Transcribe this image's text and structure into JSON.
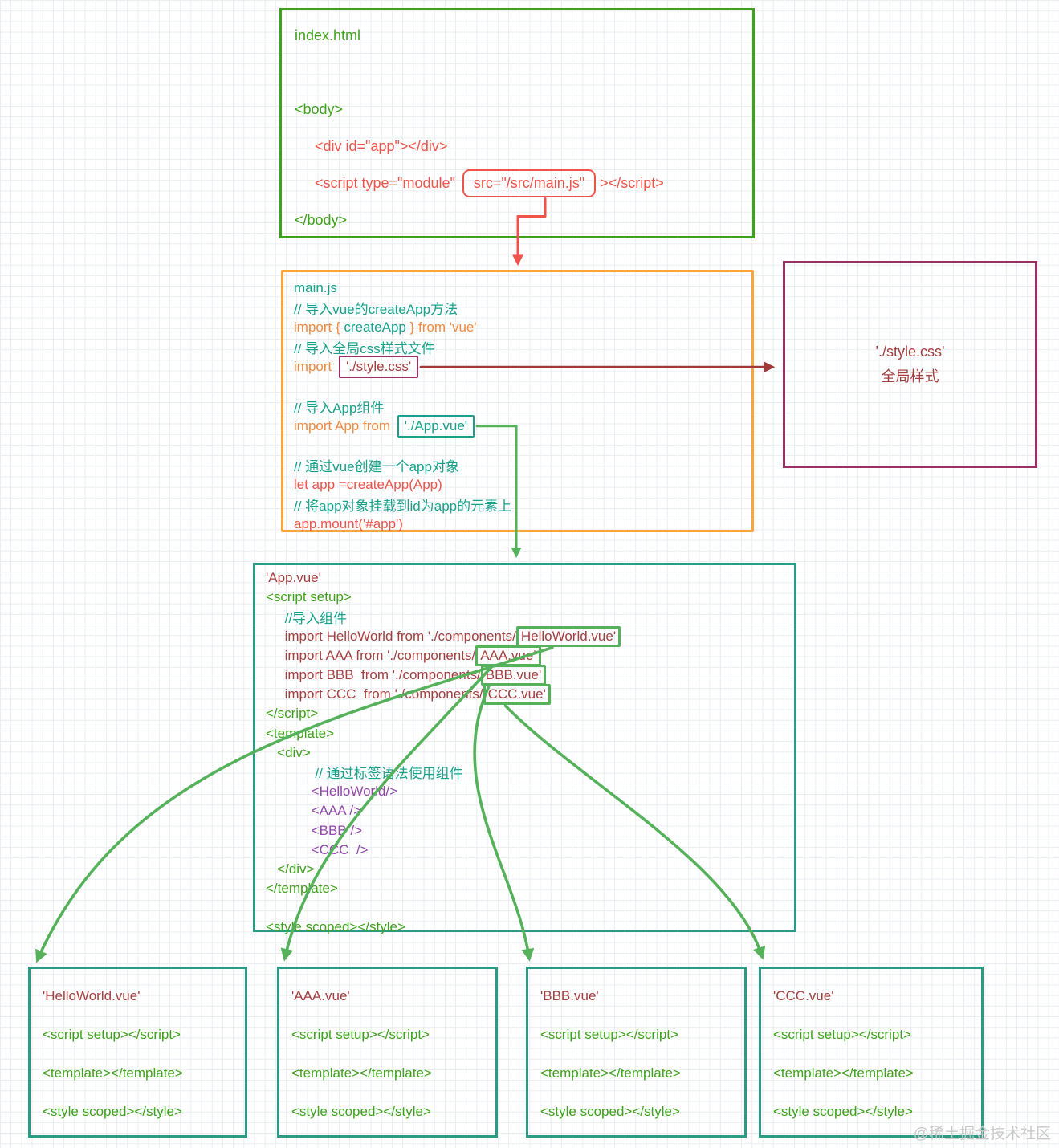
{
  "watermark": "@稀土掘金技术社区",
  "palette": {
    "green": "#3fa21c",
    "red": "#ee544a",
    "orange": "#f08a3e",
    "orangeborder": "#f6a63a",
    "teal": "#17a18b",
    "tealborder": "#2a9c86",
    "darkred": "#a43f3f",
    "magenta": "#9c2f63",
    "purple": "#9148a8",
    "arrowgreen": "#55b25b",
    "arrowdark": "#a03a3a",
    "grid": "#e9edf1"
  },
  "index_html": {
    "lines": [
      {
        "tokens": [
          {
            "t": "index.html",
            "c": "green"
          }
        ]
      },
      {
        "tokens": []
      },
      {
        "tokens": [
          {
            "t": "<body>",
            "c": "green"
          }
        ]
      },
      {
        "tokens": [
          {
            "t": "     <div id=\"app\"></div>",
            "c": "red"
          }
        ]
      },
      {
        "tokens": [
          {
            "t": "     <script type=\"module\" ",
            "c": "red"
          },
          {
            "t": "src=\"/src/main.js\"",
            "c": "red",
            "box": "red",
            "anchor": "srcmain"
          },
          {
            "t": " ></script>",
            "c": "red"
          }
        ]
      },
      {
        "tokens": [
          {
            "t": "</body>",
            "c": "green"
          }
        ]
      }
    ]
  },
  "main_js": {
    "lines": [
      {
        "tokens": [
          {
            "t": "main.js",
            "c": "teal"
          }
        ]
      },
      {
        "tokens": [
          {
            "t": "// 导入vue的createApp方法",
            "c": "teal"
          }
        ]
      },
      {
        "tokens": [
          {
            "t": "import { ",
            "c": "orange"
          },
          {
            "t": "createApp",
            "c": "teal"
          },
          {
            "t": " } from ",
            "c": "orange"
          },
          {
            "t": "'vue'",
            "c": "orange"
          }
        ]
      },
      {
        "tokens": [
          {
            "t": "// 导入全局css样式文件",
            "c": "teal"
          }
        ]
      },
      {
        "tokens": [
          {
            "t": "import ",
            "c": "orange"
          },
          {
            "t": "'./style.css'",
            "c": "darkred",
            "box": "magenta",
            "anchor": "stylecss"
          }
        ]
      },
      {
        "tokens": []
      },
      {
        "tokens": [
          {
            "t": "// 导入App组件",
            "c": "teal"
          }
        ]
      },
      {
        "tokens": [
          {
            "t": "import App from ",
            "c": "orange"
          },
          {
            "t": "'./App.vue'",
            "c": "teal",
            "box": "teal",
            "anchor": "appvue"
          }
        ]
      },
      {
        "tokens": []
      },
      {
        "tokens": [
          {
            "t": "// 通过vue创建一个app对象",
            "c": "teal"
          }
        ]
      },
      {
        "tokens": [
          {
            "t": "let app =createApp(App)",
            "c": "red"
          }
        ]
      },
      {
        "tokens": [
          {
            "t": "// 将app对象挂载到id为app的元素上",
            "c": "teal"
          }
        ]
      },
      {
        "tokens": [
          {
            "t": "app.mount('#app')",
            "c": "red"
          }
        ]
      }
    ]
  },
  "style_css": {
    "line1": "'./style.css'",
    "line2": "全局样式"
  },
  "app_vue": {
    "lines": [
      {
        "tokens": [
          {
            "t": "'App.vue'",
            "c": "darkred"
          }
        ]
      },
      {
        "tokens": [
          {
            "t": "<script setup>",
            "c": "green"
          }
        ]
      },
      {
        "tokens": [
          {
            "t": "     //导入组件",
            "c": "teal"
          }
        ]
      },
      {
        "tokens": [
          {
            "t": "     import HelloWorld from './components/",
            "c": "darkred"
          },
          {
            "t": "HelloWorld.vue'",
            "c": "darkred",
            "box": "green",
            "anchor": "hw"
          }
        ]
      },
      {
        "tokens": [
          {
            "t": "     import AAA from './components/",
            "c": "darkred"
          },
          {
            "t": "AAA.vue'",
            "c": "darkred",
            "box": "green",
            "anchor": "aaa"
          }
        ]
      },
      {
        "tokens": [
          {
            "t": "     import BBB  from './components/",
            "c": "darkred"
          },
          {
            "t": "BBB.vue'",
            "c": "darkred",
            "box": "green",
            "anchor": "bbb"
          }
        ]
      },
      {
        "tokens": [
          {
            "t": "     import CCC  from './components/",
            "c": "darkred"
          },
          {
            "t": "CCC.vue'",
            "c": "darkred",
            "box": "green",
            "anchor": "ccc"
          }
        ]
      },
      {
        "tokens": [
          {
            "t": "</script>",
            "c": "green"
          }
        ]
      },
      {
        "tokens": [
          {
            "t": "<template>",
            "c": "green"
          }
        ]
      },
      {
        "tokens": [
          {
            "t": "   <div>",
            "c": "green"
          }
        ]
      },
      {
        "tokens": [
          {
            "t": "             // 通过标签语法使用组件",
            "c": "teal"
          }
        ]
      },
      {
        "tokens": [
          {
            "t": "            <HelloWorld/>",
            "c": "purple"
          }
        ]
      },
      {
        "tokens": [
          {
            "t": "            <AAA />",
            "c": "purple"
          }
        ]
      },
      {
        "tokens": [
          {
            "t": "            <BBB />",
            "c": "purple"
          }
        ]
      },
      {
        "tokens": [
          {
            "t": "            <CCC  />",
            "c": "purple"
          }
        ]
      },
      {
        "tokens": [
          {
            "t": "   </div>",
            "c": "green"
          }
        ]
      },
      {
        "tokens": [
          {
            "t": "</template>",
            "c": "green"
          }
        ]
      },
      {
        "tokens": []
      },
      {
        "tokens": [
          {
            "t": "<style scoped></style>",
            "c": "green"
          }
        ]
      }
    ]
  },
  "components": [
    {
      "lines": [
        {
          "tokens": [
            {
              "t": "'HelloWorld.vue'",
              "c": "darkred"
            }
          ]
        },
        {
          "tokens": [
            {
              "t": "<script setup></script>",
              "c": "green"
            }
          ]
        },
        {
          "tokens": [
            {
              "t": "<template></template>",
              "c": "green"
            }
          ]
        },
        {
          "tokens": [
            {
              "t": "<style scoped></style>",
              "c": "green"
            }
          ]
        }
      ]
    },
    {
      "lines": [
        {
          "tokens": [
            {
              "t": "'AAA.vue'",
              "c": "darkred"
            }
          ]
        },
        {
          "tokens": [
            {
              "t": "<script setup></script>",
              "c": "green"
            }
          ]
        },
        {
          "tokens": [
            {
              "t": "<template></template>",
              "c": "green"
            }
          ]
        },
        {
          "tokens": [
            {
              "t": "<style scoped></style>",
              "c": "green"
            }
          ]
        }
      ]
    },
    {
      "lines": [
        {
          "tokens": [
            {
              "t": "'BBB.vue'",
              "c": "darkred"
            }
          ]
        },
        {
          "tokens": [
            {
              "t": "<script setup></script>",
              "c": "green"
            }
          ]
        },
        {
          "tokens": [
            {
              "t": "<template></template>",
              "c": "green"
            }
          ]
        },
        {
          "tokens": [
            {
              "t": "<style scoped></style>",
              "c": "green"
            }
          ]
        }
      ]
    },
    {
      "lines": [
        {
          "tokens": [
            {
              "t": "'CCC.vue'",
              "c": "darkred"
            }
          ]
        },
        {
          "tokens": [
            {
              "t": "<script setup></script>",
              "c": "green"
            }
          ]
        },
        {
          "tokens": [
            {
              "t": "<template></template>",
              "c": "green"
            }
          ]
        },
        {
          "tokens": [
            {
              "t": "<style scoped></style>",
              "c": "green"
            }
          ]
        }
      ]
    }
  ]
}
